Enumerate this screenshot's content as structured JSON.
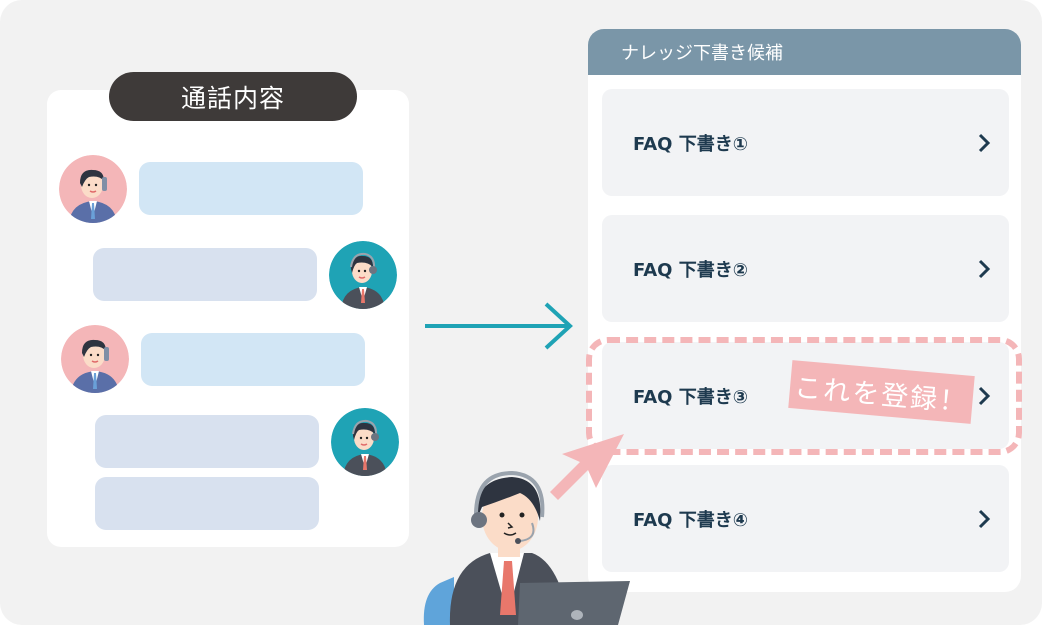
{
  "call_panel": {
    "title": "通話内容",
    "messages": [
      {
        "speaker": "customer",
        "avatar_icon": "customer-on-phone-icon"
      },
      {
        "speaker": "operator",
        "avatar_icon": "operator-headset-icon"
      },
      {
        "speaker": "customer",
        "avatar_icon": "customer-on-phone-icon"
      },
      {
        "speaker": "operator",
        "avatar_icon": "operator-headset-icon"
      },
      {
        "speaker": "operator",
        "avatar_icon": "operator-headset-icon"
      }
    ]
  },
  "flow_arrow_icon": "arrow-right-icon",
  "knowledge_panel": {
    "title": "ナレッジ下書き候補",
    "items": [
      {
        "label": "FAQ 下書き①"
      },
      {
        "label": "FAQ 下書き②"
      },
      {
        "label": "FAQ 下書き③",
        "highlighted": true
      },
      {
        "label": "FAQ 下書き④"
      }
    ],
    "chevron_icon": "chevron-right-icon"
  },
  "callout": {
    "text": "これを登録！"
  },
  "colors": {
    "background": "#f2f2f2",
    "pill": "#3e3a39",
    "header": "#7a96a8",
    "card": "#f2f3f5",
    "card_text": "#1e3a4f",
    "customer_bubble": "#d2e6f5",
    "operator_bubble": "#d8e1ef",
    "teal": "#1fa3b5",
    "accent_pink": "#f4b6b8"
  }
}
